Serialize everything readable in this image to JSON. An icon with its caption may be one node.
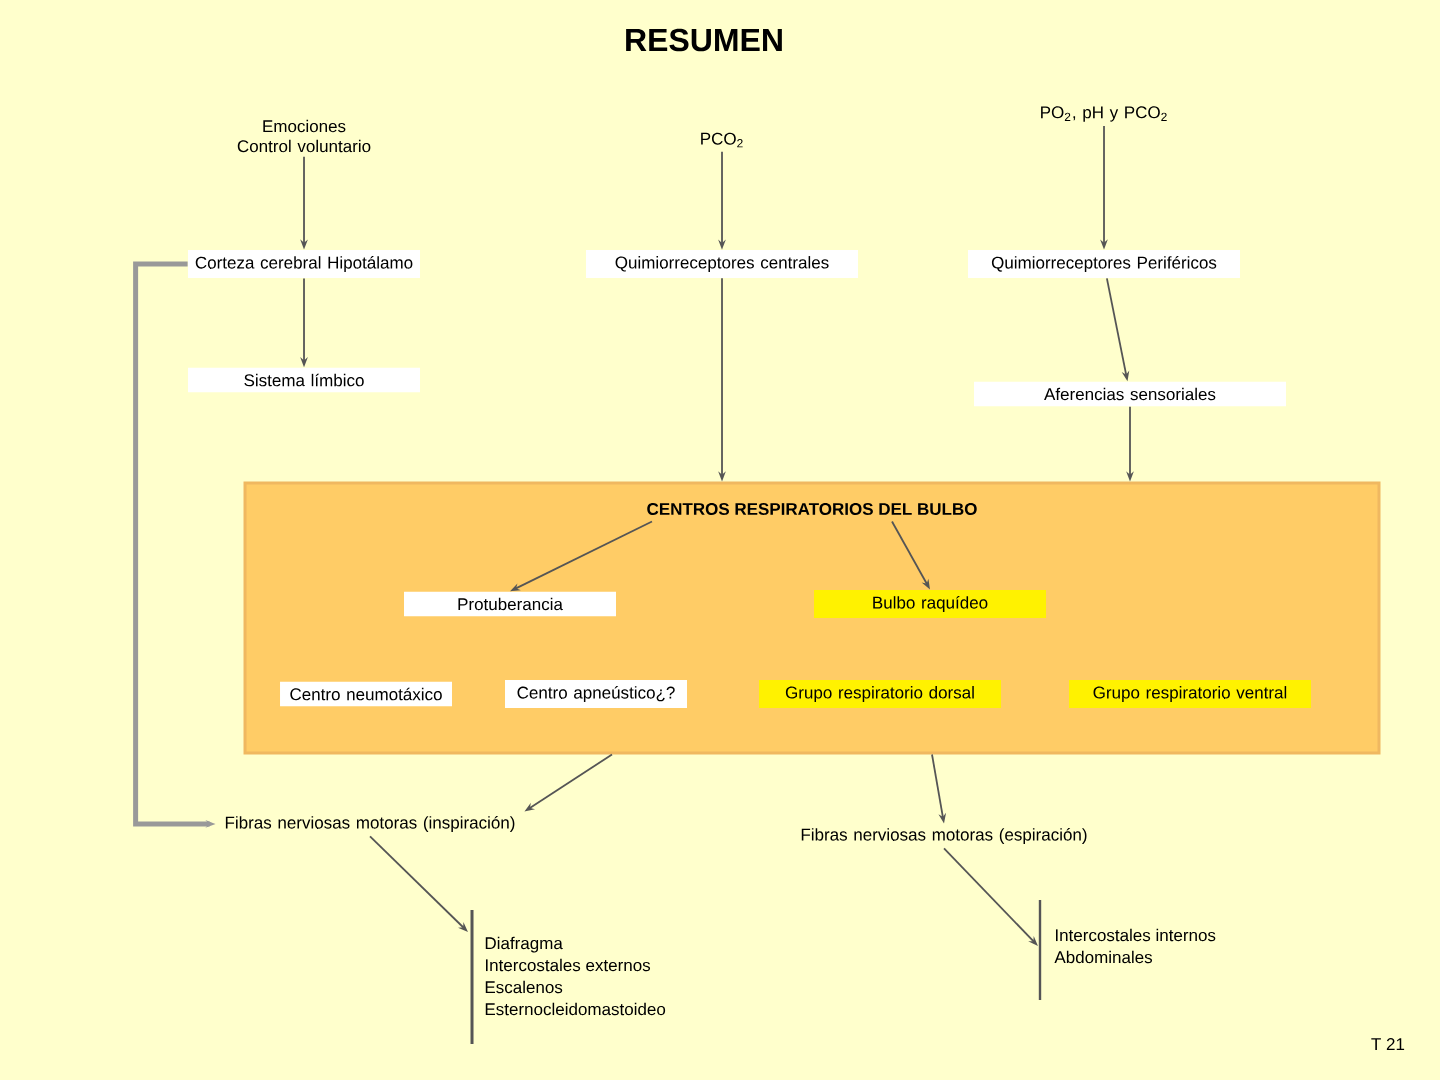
{
  "diagram": {
    "title": "RESUMEN",
    "nodes": [
      {
        "text": [
          "Emociones Control voluntario"
        ]
      },
      {
        "text": [
          "Corteza cerebral Hipotálamo"
        ]
      },
      {
        "text": [
          "Sistema límbico"
        ]
      },
      {
        "text": [
          "PCO$_{2}$"
        ]
      },
      {
        "text": [
          "Quimiorreceptores centrales"
        ]
      },
      {
        "text": [
          "PO$_{2}$, pH y PCO$_{2}$"
        ]
      },
      {
        "text": [
          "Quimiorreceptores Periféricos"
        ]
      },
      {
        "text": [
          "Aferencias sensoriales"
        ]
      },
      {
        "text": [
          "CENTROS RESPIRATORIOS DEL BULBO"
        ]
      },
      {
        "text": [
          "Protuberancia"
        ],
        "in": 8
      },
      {
        "text": [
          "Bulbo raquídeo"
        ],
        "in": 8
      },
      {
        "text": [
          "Centro neumotáxico"
        ],
        "in": 8
      },
      {
        "text": [
          "Centro apneústico¿?"
        ],
        "in": 8
      },
      {
        "text": [
          "Grupo respiratorio dorsal"
        ],
        "in": 8
      },
      {
        "text": [
          "Grupo respiratorio ventral"
        ],
        "in": 8
      },
      {
        "text": [
          "Fibras nerviosas motoras (inspiración)"
        ]
      },
      {
        "text": [
          "Fibras nerviosas motoras (espiración)"
        ]
      },
      {
        "text": [
          "Diafragma",
          "Intercostales externos",
          "Escalenos",
          "Esternocleidomastoideo"
        ]
      },
      {
        "text": [
          "Intercostales internos",
          "Abdominales"
        ]
      }
    ],
    "edges": [
      {
        "from": 0,
        "to": 1,
        "arrow": "to"
      },
      {
        "from": 1,
        "to": 2,
        "arrow": "to"
      },
      {
        "from": 3,
        "to": 4,
        "arrow": "to"
      },
      {
        "from": 5,
        "to": 6,
        "arrow": "to"
      },
      {
        "from": 6,
        "to": 7,
        "arrow": "to"
      },
      {
        "from": 4,
        "to": 8,
        "arrow": "to"
      },
      {
        "from": 7,
        "to": 8,
        "arrow": "to"
      },
      {
        "from": 1,
        "to": 15,
        "arrow": "to",
        "style": "thick"
      },
      {
        "from": 8,
        "to": 9,
        "arrow": "to"
      },
      {
        "from": 8,
        "to": 10,
        "arrow": "to"
      },
      {
        "from": 8,
        "to": 15,
        "arrow": "to"
      },
      {
        "from": 8,
        "to": 16,
        "arrow": "to"
      },
      {
        "from": 15,
        "to": 17,
        "arrow": "to"
      },
      {
        "from": 16,
        "to": 18,
        "arrow": "to"
      }
    ],
    "labels": [
      "T 21"
    ]
  }
}
